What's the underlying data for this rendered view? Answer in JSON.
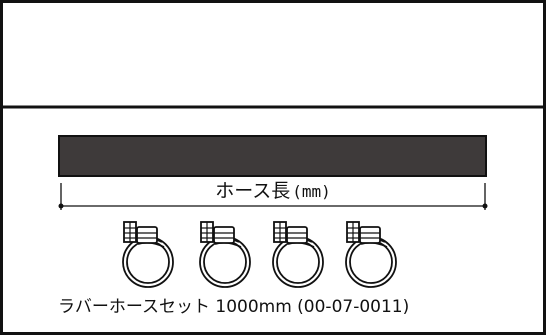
{
  "diagram": {
    "hose_length_label": "ホース長",
    "unit_label": "(mm)",
    "caption": "ラバーホースセット 1000mm (00-07-0011)",
    "colors": {
      "hose": "#3e3a3a",
      "line": "#111111",
      "background": "#ffffff"
    },
    "clamp_count": 4
  }
}
